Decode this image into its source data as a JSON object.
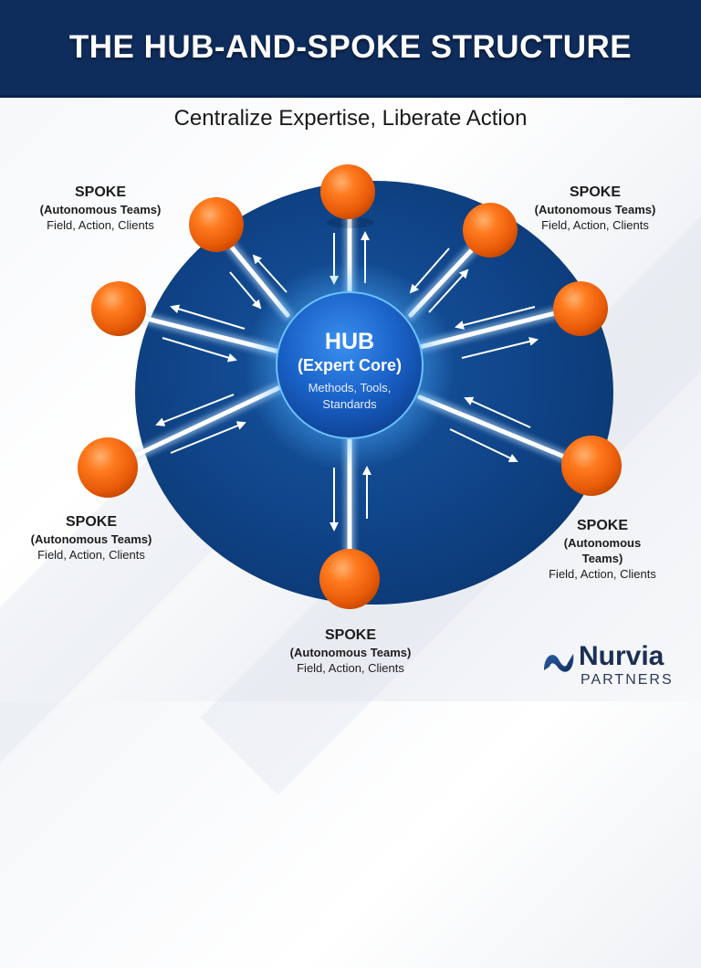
{
  "header": {
    "title": "THE HUB-AND-SPOKE STRUCTURE"
  },
  "subtitle": "Centralize Expertise, Liberate Action",
  "colors": {
    "header_bg": "#0f2d5c",
    "ellipse": "#0d4488",
    "hub": "#1c6ed6",
    "node": "#f26b12",
    "connector": "#ffffff"
  },
  "hub": {
    "title": "HUB",
    "subtitle": "(Expert Core)",
    "description_line1": "Methods, Tools,",
    "description_line2": "Standards"
  },
  "spokes": [
    {
      "position": "top-left",
      "title": "SPOKE",
      "subtitle": "(Autonomous Teams)",
      "description": "Field, Action, Clients"
    },
    {
      "position": "top-right",
      "title": "SPOKE",
      "subtitle": "(Autonomous Teams)",
      "description": "Field, Action, Clients"
    },
    {
      "position": "bottom-left",
      "title": "SPOKE",
      "subtitle": "(Autonomous Teams)",
      "description": "Field, Action, Clients"
    },
    {
      "position": "bottom-right",
      "title": "SPOKE",
      "subtitle_line1": "(Autonomous",
      "subtitle_line2": "Teams)",
      "description": "Field, Action, Clients"
    },
    {
      "position": "bottom",
      "title": "SPOKE",
      "subtitle": "(Autonomous Teams)",
      "description": "Field, Action, Clients"
    }
  ],
  "nodes_count": 8,
  "logo": {
    "name": "Nurvia",
    "tagline": "PARTNERS",
    "icon": "wave-n-logo-icon"
  }
}
